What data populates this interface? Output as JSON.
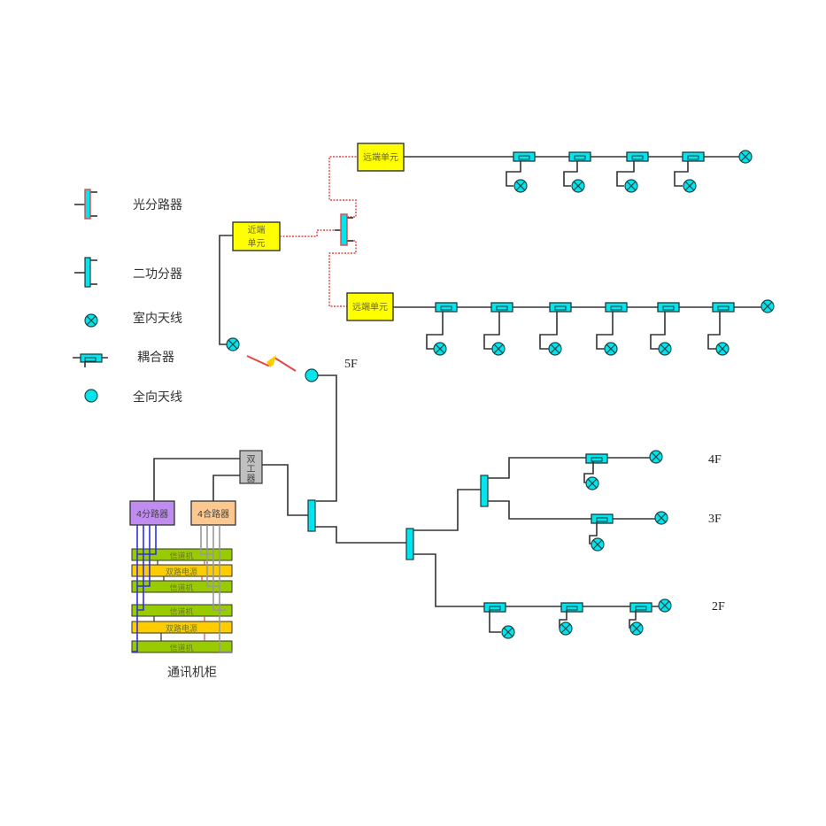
{
  "legend": {
    "items": [
      {
        "icon": "optical-splitter-icon",
        "label": "光分路器"
      },
      {
        "icon": "two-way-splitter-icon",
        "label": "二功分器"
      },
      {
        "icon": "indoor-antenna-icon",
        "label": "室内天线"
      },
      {
        "icon": "coupler-icon",
        "label": "耦合器"
      },
      {
        "icon": "omni-antenna-icon",
        "label": "全向天线"
      }
    ]
  },
  "units": {
    "near_end": "近端\n单元",
    "near_end_line1": "近端",
    "near_end_line2": "单元",
    "remote_top": "远端单元",
    "remote_bottom": "远端单元",
    "duplexer_line1": "双",
    "duplexer_line2": "工",
    "duplexer_line3": "器",
    "splitter4": "4分路器",
    "combiner4": "4合路器"
  },
  "cabinet": {
    "title": "通讯机柜",
    "rows": [
      "信道机",
      "双路电源",
      "信道机",
      "信道机",
      "双路电源",
      "信道机"
    ]
  },
  "floors": {
    "f5": "5F",
    "f4": "4F",
    "f3": "3F",
    "f2": "2F"
  },
  "colors": {
    "unit_yellow": "#ffff00",
    "device_cyan": "#00e5ee",
    "splitter_purple": "#c08cf0",
    "combiner_orange": "#fcc890",
    "duplexer_gray": "#c0c0c0",
    "channel_green": "#99cc00",
    "power_yellow": "#ffcc00",
    "fiber_red": "#e04848"
  }
}
